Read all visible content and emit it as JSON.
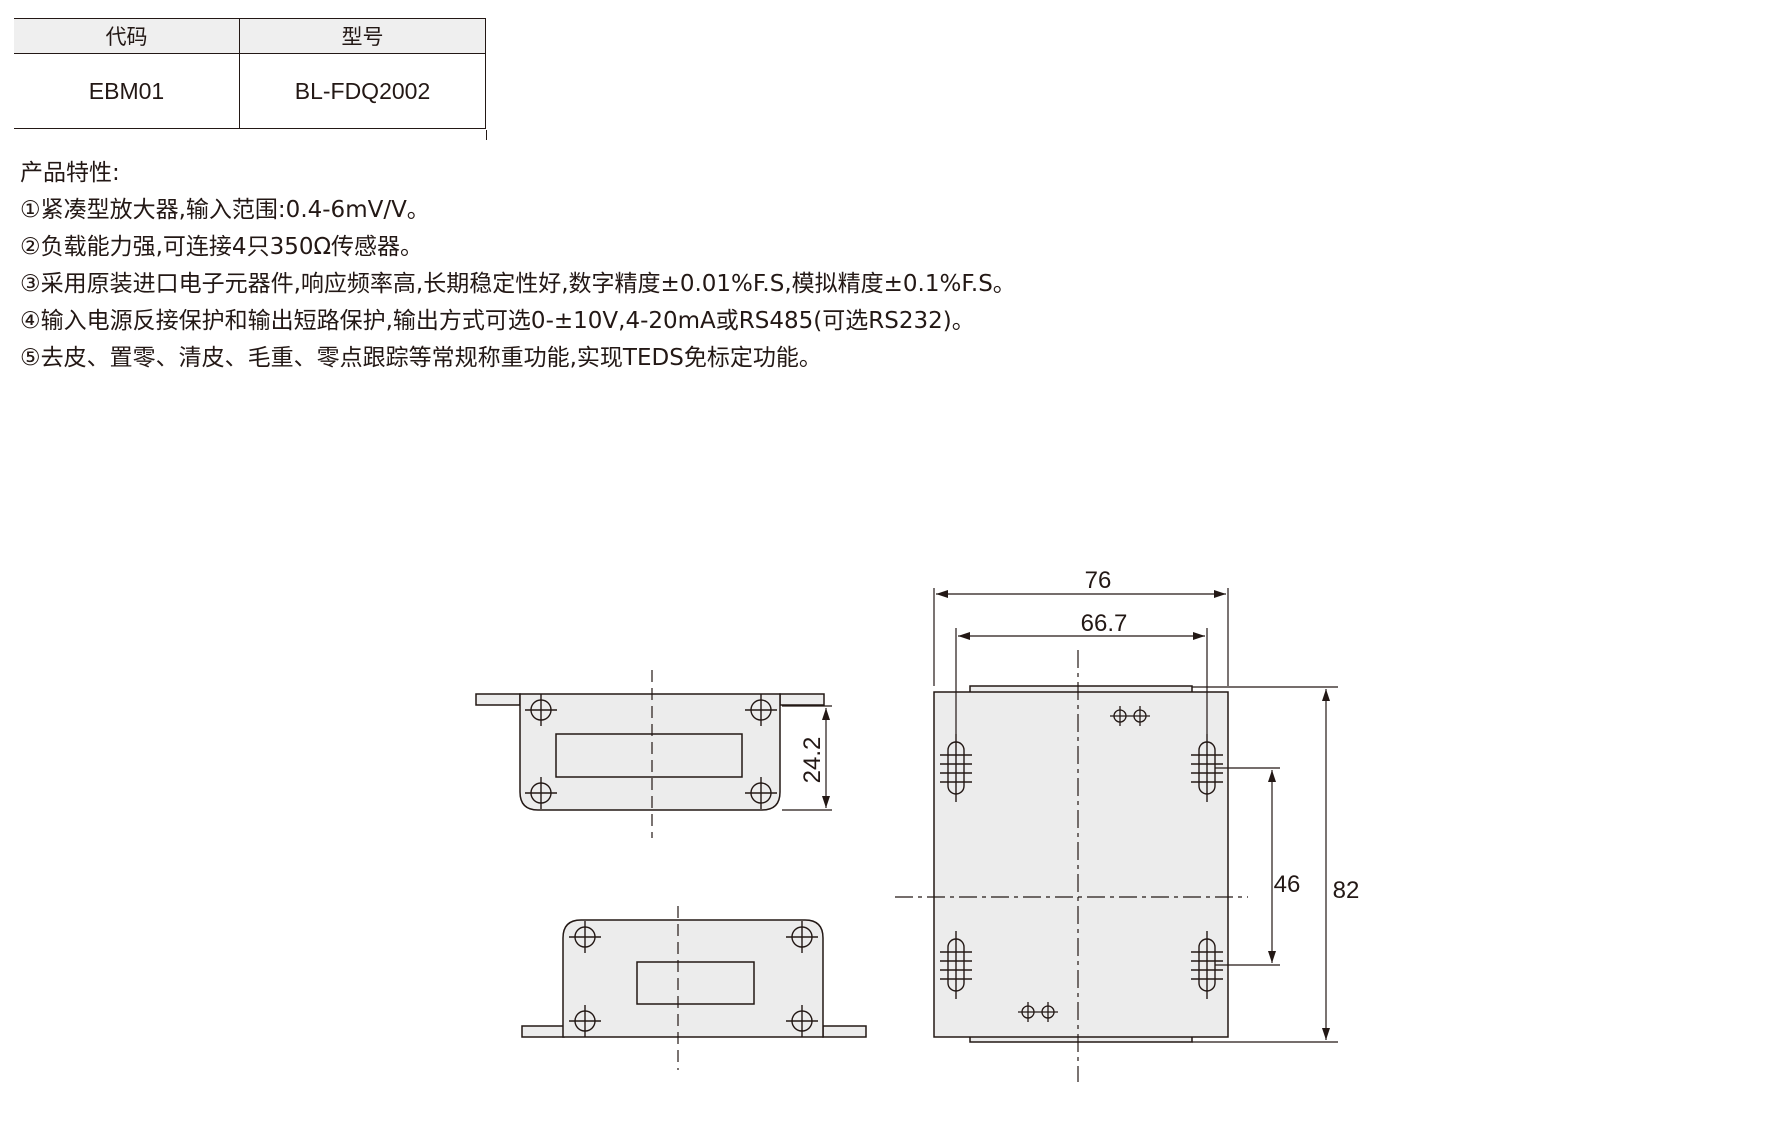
{
  "spec_table": {
    "headers": [
      "代码",
      "型号"
    ],
    "rows": [
      [
        "EBM01",
        "BL-FDQ2002"
      ]
    ]
  },
  "features": {
    "title": "产品特性:",
    "items": [
      "①紧凑型放大器,输入范围:0.4-6mV/V。",
      "②负载能力强,可连接4只350Ω传感器。",
      "③采用原装进口电子元器件,响应频率高,长期稳定性好,数字精度±0.01%F.S,模拟精度±0.1%F.S。",
      "④输入电源反接保护和输出短路保护,输出方式可选0-±10V,4-20mA或RS485(可选RS232)。",
      "⑤去皮、置零、清皮、毛重、零点跟踪等常规称重功能,实现TEDS免标定功能。"
    ]
  },
  "dimensions": {
    "overall_width": "76",
    "hole_spacing_width": "66.7",
    "side_height": "24.2",
    "hole_spacing_height": "46",
    "overall_height": "82"
  },
  "colors": {
    "line": "#231815",
    "part_fill": "#ececec"
  }
}
